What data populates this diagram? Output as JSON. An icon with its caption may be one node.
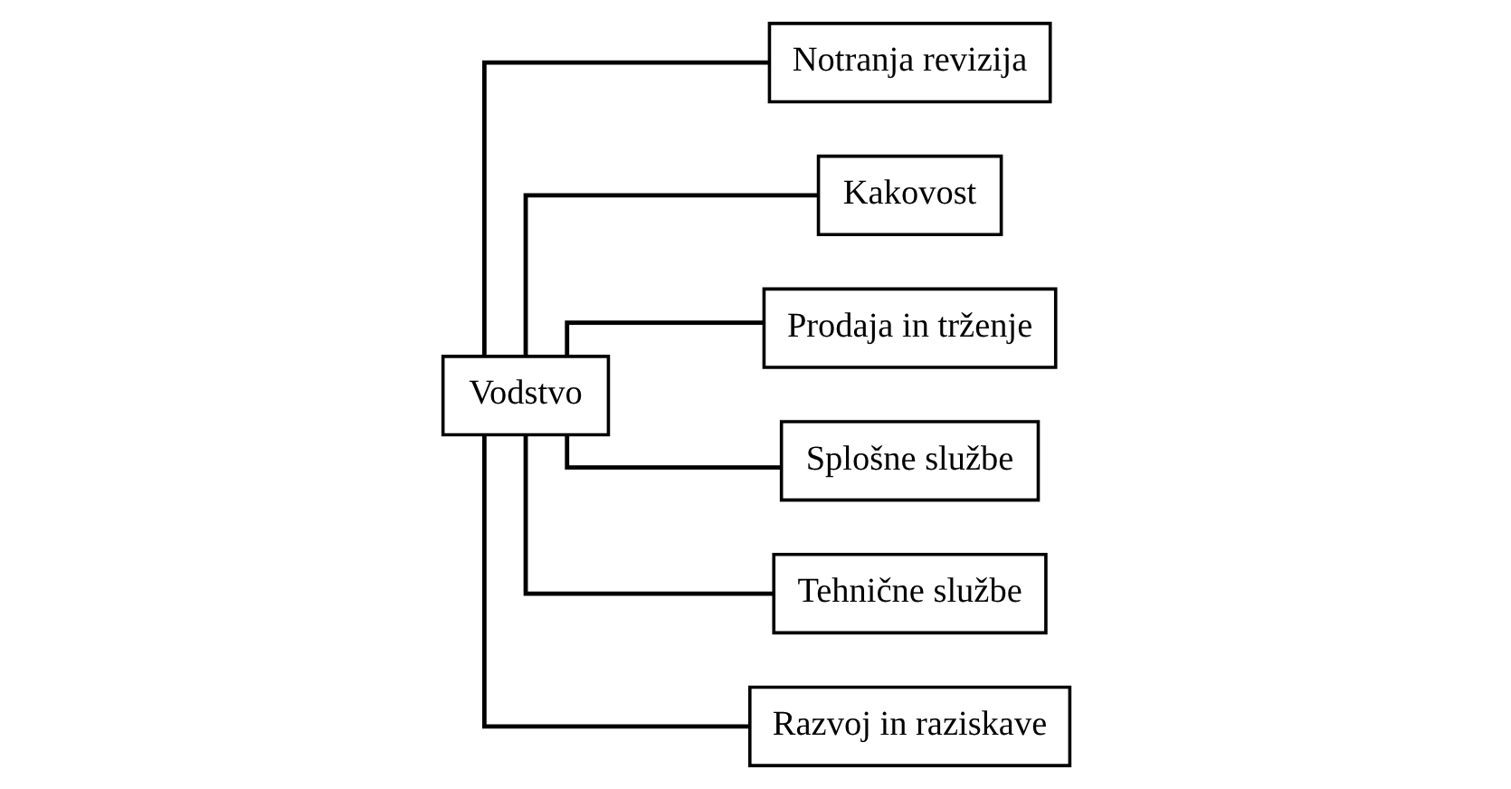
{
  "diagram": {
    "nodes": [
      {
        "text": [
          "Vodstvo"
        ]
      },
      {
        "text": [
          "Notranja revizija"
        ]
      },
      {
        "text": [
          "Kakovost"
        ]
      },
      {
        "text": [
          "Prodaja in trženje"
        ]
      },
      {
        "text": [
          "Splošne službe"
        ]
      },
      {
        "text": [
          "Tehnične službe"
        ]
      },
      {
        "text": [
          "Razvoj in raziskave"
        ]
      }
    ],
    "edges": [
      {
        "from": 0,
        "to": 1,
        "arrow": "none"
      },
      {
        "from": 0,
        "to": 2,
        "arrow": "none"
      },
      {
        "from": 0,
        "to": 3,
        "arrow": "none"
      },
      {
        "from": 0,
        "to": 4,
        "arrow": "none"
      },
      {
        "from": 0,
        "to": 5,
        "arrow": "none"
      },
      {
        "from": 0,
        "to": 6,
        "arrow": "none"
      }
    ]
  }
}
